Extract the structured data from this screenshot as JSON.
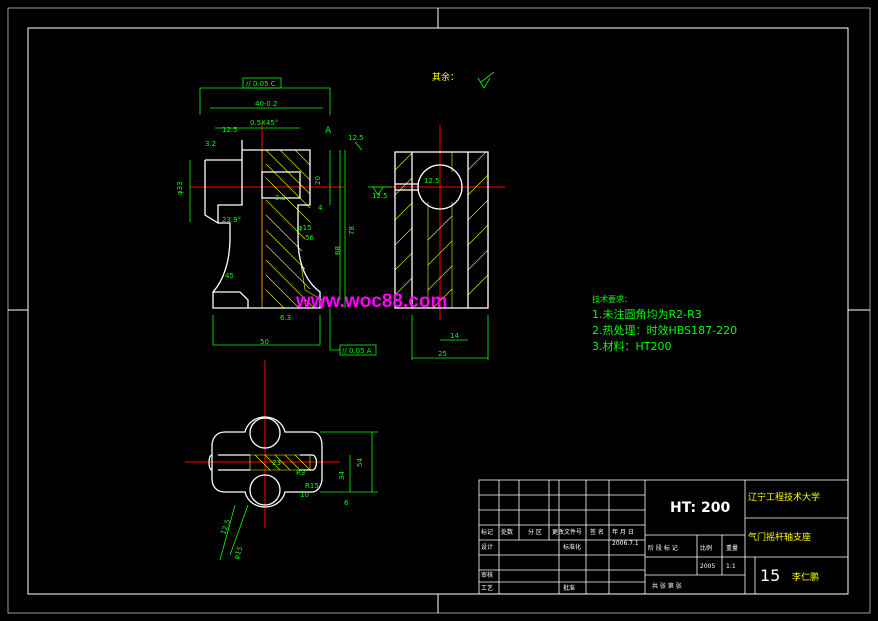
{
  "drawing": {
    "watermark": "www.woc88.com",
    "roughness_label": "其余：",
    "tech_requirements": {
      "title": "技术要求：",
      "items": [
        "1.未注圆角均为R2-R3",
        "2.热处理：时效HBS187-220",
        "3.材料：HT200"
      ]
    },
    "front_view_dims": {
      "parallel_top": "// 0.05 C",
      "width_40": "40-0.2",
      "chamfer": "0.5X45°",
      "rough_12_5a": "12.5",
      "rough_3_2a": "3.2",
      "datum_a": "A",
      "rough_12_5b": "12.5",
      "dia_33": "φ33",
      "rough_3_2b": "3.2",
      "dim_20": "20",
      "dim_4": "4",
      "angle_23": "23.9°",
      "dia_15": "φ15",
      "dim_56": "56",
      "dim_68": "68",
      "dim_78": "78",
      "dim_45": "45",
      "rough_6_3": "6.3",
      "dim_50": "50",
      "parallel_bottom": "// 0.05 A"
    },
    "side_view_dims": {
      "rough_12_5": "12.5",
      "rough_12_5b": "12.5",
      "dim_14": "14",
      "dim_25": "25"
    },
    "top_view_dims": {
      "dim_54": "54",
      "dim_34": "34",
      "dim_6": "6",
      "dim_23": "23",
      "dim_R3": "R3",
      "dim_R15": "R15",
      "dim_10": "10",
      "rough": "12.5",
      "dia_15": "φ15"
    },
    "title_block": {
      "material": "HT: 200",
      "school": "辽宁工程技术大学",
      "part_name": "气门摇杆轴支座",
      "sheet_no": "15",
      "designer": "李仁鹏",
      "scale_label": "比例",
      "scale": "1:1",
      "weight_label": "重量",
      "weight": "2005",
      "date": "2006.7.1",
      "row_labels": [
        "标记",
        "处数",
        "分 区",
        "更改文件号",
        "签 名",
        "年 月 日"
      ],
      "design_label": "设计",
      "check_label": "审核",
      "process_label": "工艺",
      "std_label": "标准化",
      "approve_label": "批准",
      "stage_label": "阶 段 标 记",
      "sheets_label": "共 张 第 张"
    }
  },
  "colors": {
    "background": "#000000",
    "frame": "#ffffff",
    "outline": "#ffffff",
    "dimension": "#00ff00",
    "centerline": "#ff0000",
    "hatch": "#ffff00",
    "text_cyan": "#00ffff",
    "watermark": "#ff00ff"
  }
}
